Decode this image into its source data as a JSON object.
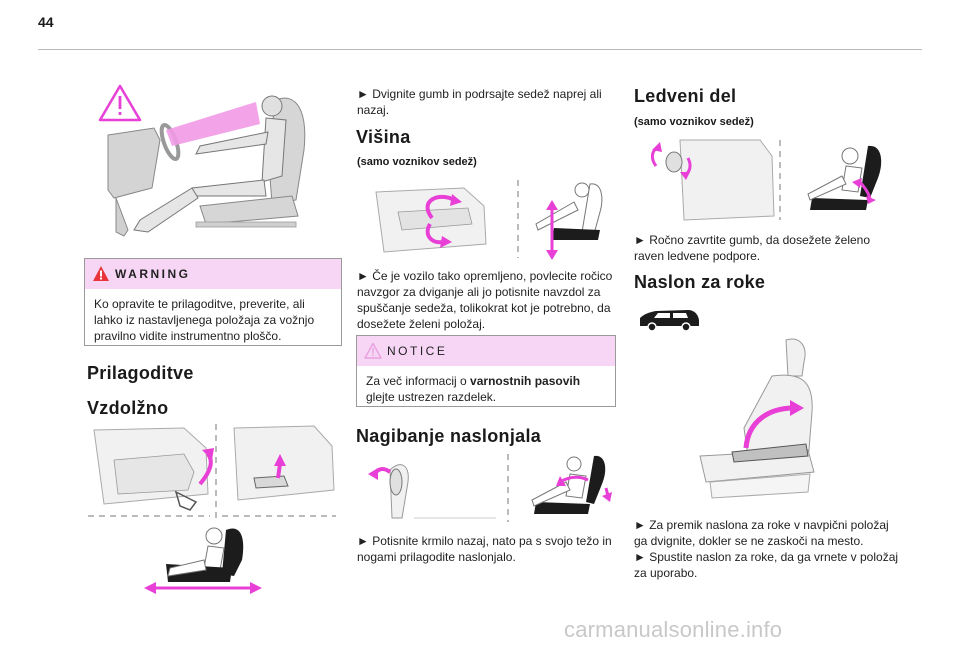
{
  "page": {
    "number": "44",
    "watermark": "carmanualsonline.info"
  },
  "warning": {
    "title": "WARNING",
    "text": "Ko opravite te prilagoditve, preverite, ali lahko iz nastavljenega položaja za vožnjo pravilno vidite instrumentno ploščo."
  },
  "col1": {
    "heading": "Prilagoditve",
    "subheading": "Vzdolžno"
  },
  "col2": {
    "intro": "► Dvignite gumb in podrsajte sedež naprej ali nazaj.",
    "height": {
      "heading": "Višina",
      "note": "(samo voznikov sedež)",
      "text": "► Če je vozilo tako opremljeno, povlecite ročico navzgor za dviganje ali jo potisnite navzdol za spuščanje sedeža, tolikokrat kot je potrebno, da dosežete želeni položaj."
    },
    "notice": {
      "title": "NOTICE",
      "text_before": "Za več informacij o ",
      "text_bold": "varnostnih pasovih",
      "text_after": " glejte ustrezen razdelek."
    },
    "recline": {
      "heading": "Nagibanje naslonjala",
      "text": "► Potisnite krmilo nazaj, nato pa s svojo težo in nogami prilagodite naslonjalo."
    }
  },
  "col3": {
    "lumbar": {
      "heading": "Ledveni del",
      "note": "(samo voznikov sedež)",
      "text": "► Ročno zavrtite gumb, da dosežete želeno raven ledvene podpore."
    },
    "armrest": {
      "heading": "Naslon za roke",
      "text1": "► Za premik naslona za roke v navpični položaj ga dvignite, dokler se ne zaskoči na mesto.",
      "text2": "► Spustite naslon za roke, da ga vrnete v položaj za uporabo."
    }
  },
  "colors": {
    "accent": "#e83fd6",
    "warning_bg": "#f7d6f5",
    "figure_gray": "#d4d4d4"
  }
}
